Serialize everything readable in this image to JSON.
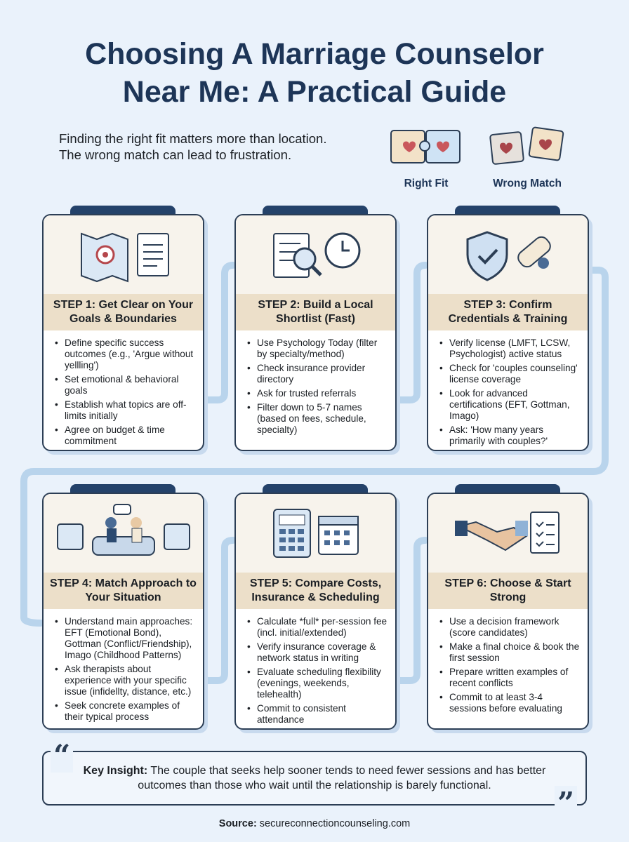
{
  "title_line1": "Choosing A Marriage Counselor",
  "title_line2": "Near Me: A Practical Guide",
  "intro_line1": "Finding the right fit matters more than location.",
  "intro_line2": "The wrong match can lead to frustration.",
  "fit": {
    "right": "Right Fit",
    "wrong": "Wrong Match"
  },
  "steps": [
    {
      "title": "STEP 1: Get Clear on Your Goals & Boundaries",
      "icon": "map-target-notepad",
      "items": [
        "Define specific success outcomes (e.g., 'Argue without yellling')",
        "Set emotional & behavioral goals",
        "Establish what topics are off-limits initially",
        "Agree on budget & time commitment"
      ]
    },
    {
      "title": "STEP 2: Build a Local Shortlist (Fast)",
      "icon": "list-magnifier-clock",
      "items": [
        "Use Psychology Today (filter by specialty/method)",
        "Check insurance provider directory",
        "Ask for trusted referrals",
        "Filter down to 5-7 names (based on fees, schedule, specialty)"
      ]
    },
    {
      "title": "STEP 3: Confirm Credentials & Training",
      "icon": "shield-diploma",
      "items": [
        "Verify license (LMFT, LCSW, Psychologist) active status",
        "Check for 'couples counseling' license coverage",
        "Look for advanced certifications (EFT, Gottman, Imago)",
        "Ask: 'How many years primarily with couples?'"
      ]
    },
    {
      "title": "STEP 4: Match Approach to Your Situation",
      "icon": "couple-sofa-tools",
      "items": [
        "Understand main approaches: EFT (Emotional Bond), Gottman (Conflict/Friendship), Imago (Childhood Patterns)",
        "Ask therapists about experience with your specific issue (infidellty, distance, etc.)",
        "Seek concrete examples of their typical process"
      ]
    },
    {
      "title": "STEP 5: Compare Costs, Insurance & Scheduling",
      "icon": "calculator-calendar",
      "items": [
        "Calculate *full* per-session fee (incl. initial/extended)",
        "Verify insurance coverage & network status in writing",
        "Evaluate scheduling flexibility (evenings, weekends, telehealth)",
        "Commit to consistent attendance"
      ]
    },
    {
      "title": "STEP 6: Choose & Start Strong",
      "icon": "handshake-clipboard",
      "items": [
        "Use a decision framework (score candidates)",
        "Make a final choice & book the first session",
        "Prepare written examples of recent conflicts",
        "Commit to at least 3-4 sessions before evaluating"
      ]
    }
  ],
  "insight": {
    "label": "Key Insight:",
    "text": " The couple that seeks help sooner tends to need fewer sessions and has better outcomes than those who wait until the relationship is barely functional."
  },
  "source": {
    "label": "Source:",
    "text": " secureconnectioncounseling.com"
  }
}
